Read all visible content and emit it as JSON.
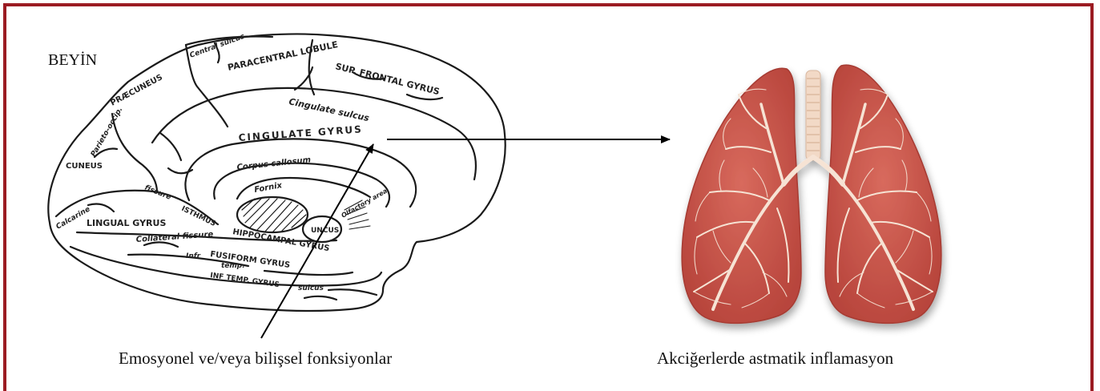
{
  "title": "BEYİN",
  "captions": {
    "left": "Emosyonel ve/veya bilişsel fonksiyonlar",
    "right": "Akciğerlerde astmatik inflamasyon"
  },
  "brain_labels": {
    "central_sulcus": "Central sulcus",
    "paracentral_lobule": "PARACENTRAL LOBULE",
    "sup_frontal_gyrus": "SUP. FRONTAL GYRUS",
    "praecuneus": "PRÆCUNEUS",
    "cingulate_sulcus": "Cingulate sulcus",
    "parieto_occip": "Parieto-occip.",
    "cingulate_gyrus": "CINGULATE GYRUS",
    "corpus_callosum": "Corpus callosum",
    "fornix": "Fornix",
    "cuneus": "CUNEUS",
    "fissure": "fissure",
    "isthmus": "ISTHMUS",
    "calcarine": "Calcarine",
    "lingual_gyrus": "LINGUAL GYRUS",
    "collateral_fissure": "Collateral fissure",
    "hippocampal_gyrus": "HIPPOCAMPAL GYRUS",
    "uncus": "UNCUS",
    "olfactory_area": "Olfactory area",
    "infr": "Infr",
    "fusiform_gyrus": "FUSIFORM GYRUS",
    "temp": "temp.",
    "inf_temp_gyrus": "INF TEMP. GYRUS",
    "sulcus": "sulcus"
  },
  "colors": {
    "border": "#9b1b22",
    "lung_fill": "#c9544a",
    "lung_vein": "#f6e3d4",
    "arrow": "#000000"
  }
}
